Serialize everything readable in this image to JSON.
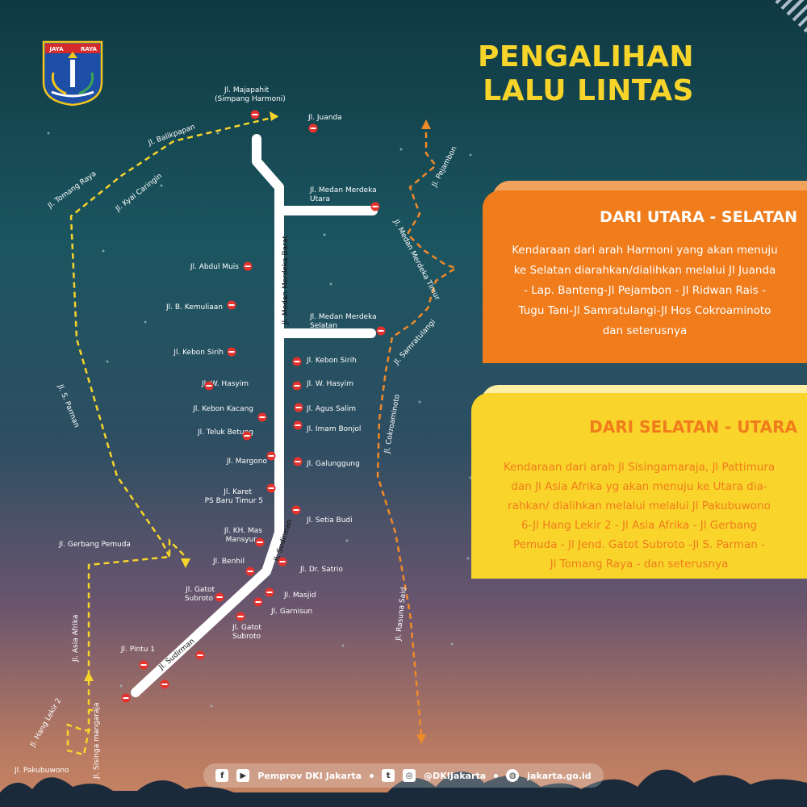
{
  "header": {
    "logo_text_left": "JAYA",
    "logo_text_right": "RAYA",
    "title_line1": "PENGALIHAN",
    "title_line2": "LALU LINTAS"
  },
  "map": {
    "main_road_labels": [
      "Jl. Medan Merdeka Barat",
      "Jl. Sudirman",
      "Jl. Sudirman"
    ],
    "west_route_labels": [
      "Jl. Balikpapan",
      "Jl. Tomang Raya",
      "Jl. Kyai Caringin",
      "Jl. S. Parman",
      "Jl. Gerbang Pemuda",
      "Jl. Asia Afrika",
      "Jl. Hang Lekir 2",
      "Jl. Pakubuwono",
      "Jl. Sisinga mangaraja"
    ],
    "east_route_labels": [
      "Jl. Pejambon",
      "Jl. Medan Merdeka Timur",
      "Jl. Samratulangi",
      "Jl. Cokroaminoto",
      "Jl. Rasuna Said"
    ],
    "top_labels": {
      "majapahit_1": "Jl. Majapahit",
      "majapahit_2": "(Simpang Harmoni)",
      "juanda": "Jl. Juanda"
    },
    "merdeka_utara": [
      "Jl. Medan Merdeka",
      "Utara"
    ],
    "merdeka_selatan": [
      "Jl. Medan Merdeka",
      "Selatan"
    ],
    "closures_left": [
      "Jl. Abdul Muis",
      "Jl. B. Kemuliaan",
      "Jl. Kebon Sirih",
      "Jl. W. Hasyim",
      "Jl. Kebon Kacang",
      "Jl. Teluk Betung",
      "Jl. Margono",
      "Jl. Karet",
      "PS Baru Timur 5",
      "Jl. KH. Mas",
      "Mansyur",
      "Jl. Benhil",
      "Jl. Gatot",
      "Subroto",
      "Jl. Pintu 1"
    ],
    "closures_right": [
      "Jl. Kebon Sirih",
      "Jl. W. Hasyim",
      "Jl. Agus Salim",
      "Jl. Imam Bonjol",
      "Jl. Galunggung",
      "Jl. Setia Budi",
      "Jl. Dr. Satrio",
      "Jl. Masjid",
      "Jl. Garnisun",
      "Jl. Gatot",
      "Subroto"
    ]
  },
  "panel_north_south": {
    "heading": "DARI UTARA - SELATAN",
    "lines": [
      "Kendaraan dari arah Harmoni yang akan menuju",
      "ke Selatan diarahkan/dialihkan melalui Jl Juanda",
      "- Lap. Banteng-Jl Pejambon - Jl Ridwan Rais -",
      "Tugu Tani-Jl Samratulangi-Jl Hos Cokroaminoto",
      "dan seterusnya"
    ]
  },
  "panel_south_north": {
    "heading": "DARI SELATAN - UTARA",
    "lines": [
      "Kendaraan dari arah Jl Sisingamaraja, Jl Pattimura",
      "dan Jl Asia Afrika yg akan menuju ke Utara dia-",
      "rahkan/ dialihkan melalui melalui Jl Pakubuwono",
      "6-Jl Hang Lekir 2 - Jl Asia Afrika - Jl Gerbang",
      "Pemuda - Jl Jend. Gatot Subroto -Jl S. Parman -",
      "Jl Tomang Raya - dan seterusnya"
    ]
  },
  "footer": {
    "facebook_icon": "facebook-icon",
    "youtube_icon": "youtube-icon",
    "pemprov": "Pemprov DKI Jakarta",
    "twitter_icon": "twitter-icon",
    "instagram_icon": "instagram-icon",
    "handle": "@DKIJakarta",
    "globe_icon": "globe-icon",
    "website": "jakarta.go.id"
  },
  "colors": {
    "title_yellow": "#f7d42a",
    "orange_panel": "#f07c1c",
    "yellow_panel": "#f9d42b",
    "route_yellow": "#f7d42a",
    "route_orange": "#ee8a2a",
    "closure_red": "#e5322d"
  }
}
